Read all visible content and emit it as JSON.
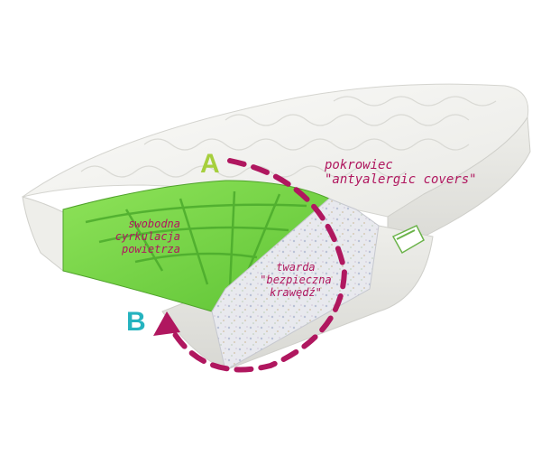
{
  "labels": {
    "letter_a": "A",
    "letter_b": "B",
    "cover": "pokrowiec\n\"antyalergic covers\"",
    "air": "swobodna\ncyrkulacja\npowietrza",
    "edge": "twarda\n\"bezpieczna\nkrawędź\""
  },
  "colors": {
    "background": "#ffffff",
    "letter_a": "#a6cf3d",
    "letter_b": "#25b3bf",
    "arrow": "#b0175f",
    "label_text": "#b0175f",
    "foam": "#7edc4a",
    "quilt": "#f2f2ef"
  },
  "icons": {
    "arrow": "dashed-curved-arrow",
    "tag": "green-fabric-tag"
  }
}
